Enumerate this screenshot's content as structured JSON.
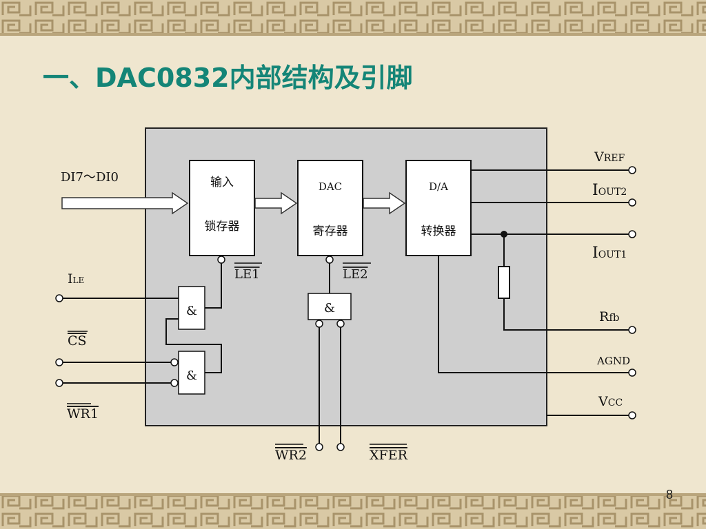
{
  "slide": {
    "title": "一、DAC0832内部结构及引脚",
    "page_number": "8"
  },
  "diagram": {
    "input_bus_label": "DI7～DI0",
    "blocks": {
      "input_latch": {
        "line1": "输入",
        "line2": "锁存器"
      },
      "dac_register": {
        "line1": "DAC",
        "line2": "寄存器"
      },
      "da_converter": {
        "line1": "D/A",
        "line2": "转换器"
      }
    },
    "gates": {
      "and_symbol": "&"
    },
    "internal_labels": {
      "le1": "LE1",
      "le2": "LE2"
    },
    "left_pins": {
      "ile": {
        "main": "I",
        "sub": "LE"
      },
      "cs": "CS",
      "wr1": "WR1"
    },
    "bottom_pins": {
      "wr2": "WR2",
      "xfer": "XFER"
    },
    "right_pins": {
      "vref": {
        "main": "V",
        "sub": "REF"
      },
      "iout2": {
        "main": "I",
        "sub": "OUT2"
      },
      "iout1": {
        "main": "I",
        "sub": "OUT1"
      },
      "rfb": {
        "main": "R",
        "sub": "fb"
      },
      "agnd": "AGND",
      "vcc": {
        "main": "V",
        "sub": "CC"
      }
    }
  },
  "colors": {
    "title": "#148577",
    "chip_fill": "#cfcfcf",
    "background": "#efe6cf",
    "band": "#c7b48e"
  }
}
